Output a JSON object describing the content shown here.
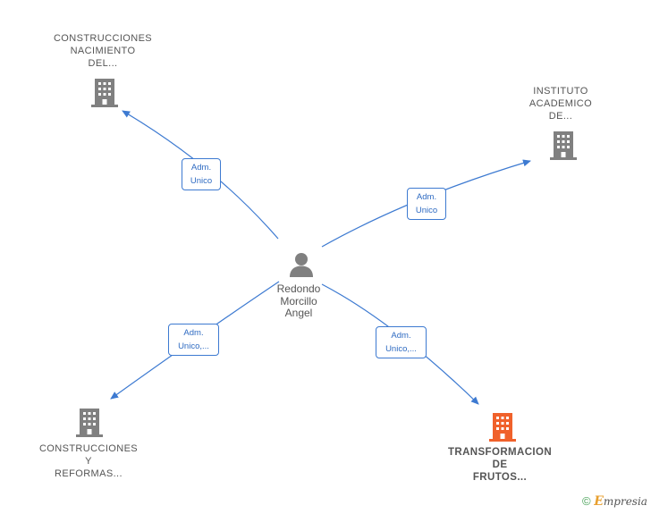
{
  "nodes": {
    "company_top_left": {
      "lines": [
        "CONSTRUCCIONES",
        "NACIMIENTO",
        "DEL..."
      ]
    },
    "company_top_right": {
      "lines": [
        "INSTITUTO",
        "ACADEMICO",
        "DE..."
      ]
    },
    "company_bottom_left": {
      "lines": [
        "CONSTRUCCIONES",
        "Y",
        "REFORMAS..."
      ]
    },
    "company_bottom_right": {
      "lines": [
        "TRANSFORMACION",
        "DE",
        "FRUTOS..."
      ]
    },
    "person": {
      "lines": [
        "Redondo",
        "Morcillo",
        "Angel"
      ]
    }
  },
  "edges": {
    "top_left": {
      "lines": [
        "Adm.",
        "Unico"
      ]
    },
    "top_right": {
      "lines": [
        "Adm.",
        "Unico"
      ]
    },
    "bottom_left": {
      "lines": [
        "Adm.",
        "Unico,..."
      ]
    },
    "bottom_right": {
      "lines": [
        "Adm.",
        "Unico,..."
      ]
    }
  },
  "colors": {
    "edge": "#3d7ad1",
    "building": "#808080",
    "building_highlight": "#f0612b",
    "person": "#808080"
  },
  "footer": {
    "copyright": "©",
    "brand_initial": "E",
    "brand_rest": "mpresia"
  }
}
